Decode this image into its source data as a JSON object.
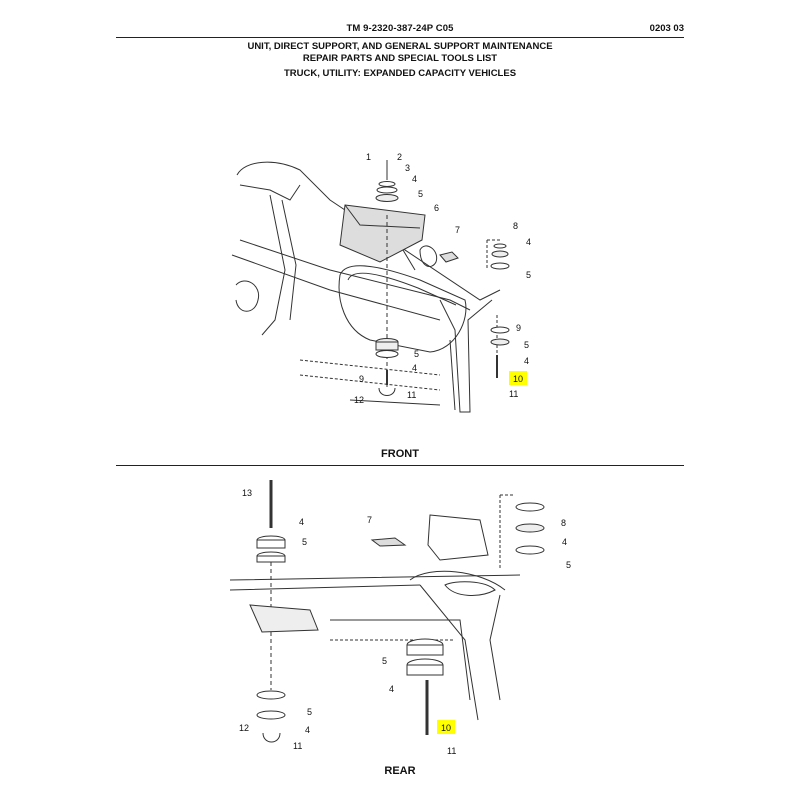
{
  "header": {
    "tm_number": "TM 9-2320-387-24P  C05",
    "page_code": "0203 03",
    "title_line1": "UNIT, DIRECT SUPPORT, AND GENERAL SUPPORT MAINTENANCE",
    "title_line2": "REPAIR PARTS AND SPECIAL TOOLS LIST",
    "title_line3": "TRUCK, UTILITY: EXPANDED CAPACITY VEHICLES"
  },
  "views": {
    "front_label": "FRONT",
    "rear_label": "REAR"
  },
  "callouts": {
    "front": [
      "1",
      "2",
      "3",
      "4",
      "5",
      "6",
      "7",
      "8",
      "4",
      "5",
      "9",
      "5",
      "4",
      "10",
      "11",
      "5",
      "4",
      "9",
      "12",
      "11"
    ],
    "rear": [
      "13",
      "4",
      "5",
      "7",
      "8",
      "4",
      "5",
      "5",
      "4",
      "10",
      "11",
      "5",
      "4",
      "12",
      "11"
    ]
  },
  "highlight_color": "#ffff00"
}
